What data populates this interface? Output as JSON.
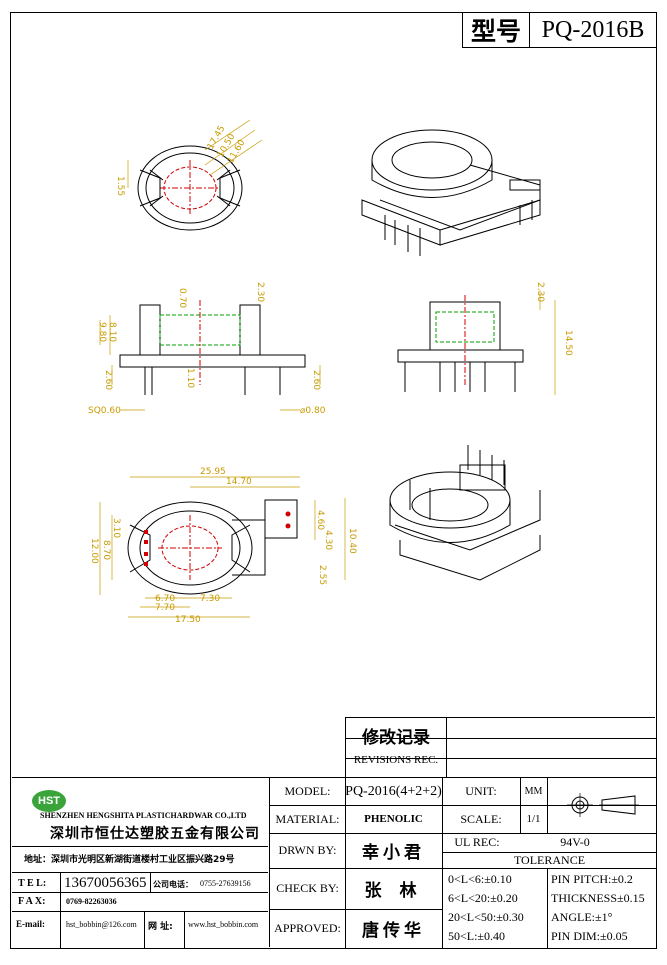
{
  "header": {
    "type_label": "型号",
    "model_code": "PQ-2016B"
  },
  "dimensions": {
    "top_view": {
      "d1": "1.55",
      "d2": "17.45",
      "d3": "10.50",
      "d4": "11.60"
    },
    "front_view": {
      "d1": "0.70",
      "d2": "2.30",
      "d3": "8.10",
      "d4": "9.80",
      "d5": "2.60",
      "d6": "1.10",
      "d7": "2.60",
      "d8": "SQ0.60",
      "d9": "⌀0.80"
    },
    "side_view": {
      "d1": "2.30",
      "d2": "14.50"
    },
    "bottom_view": {
      "d1": "25.95",
      "d2": "14.70",
      "d3": "3.10",
      "d4": "12.00",
      "d5": "8.70",
      "d6": "4.60",
      "d7": "4.30",
      "d8": "10.40",
      "d9": "2.55",
      "d10": "6.70",
      "d11": "7.30",
      "d12": "7.70",
      "d13": "17.50"
    }
  },
  "revisions": {
    "title_cn": "修改记录",
    "title_en": "REVISIONS REC."
  },
  "company": {
    "logo_text": "HST",
    "name_en": "SHENZHEN HENGSHITA PLASTICHARDWAR CO.,LTD",
    "name_cn": "深圳市恒仕达塑胶五金有限公司",
    "address": "地址：深圳市光明区新湖街道楼村工业区振兴路29号",
    "tel_label": "T E L:",
    "tel": "13670056365",
    "company_tel_label": "公司电话：",
    "company_tel": "0755-27639156",
    "fax_label": "F A X:",
    "fax": "0769-82263036",
    "email_label": "E-mail:",
    "email": "hst_bobbin@126.com",
    "web_label": "网 址:",
    "web": "www.hst_bobbin.com"
  },
  "spec": {
    "model_label": "MODEL:",
    "model": "PQ-2016(4+2+2)",
    "material_label": "MATERIAL:",
    "material": "PHENOLIC",
    "drawn_label": "DRWN BY:",
    "drawn": "幸小君",
    "check_label": "CHECK BY:",
    "check": "张 林",
    "approved_label": "APPROVED:",
    "approved": "唐传华",
    "unit_label": "UNIT:",
    "unit": "MM",
    "scale_label": "SCALE:",
    "scale": "1/1",
    "ul_label": "UL REC:",
    "ul": "94V-0",
    "tolerance_label": "TOLERANCE",
    "tol1": "0<L<6:±0.10",
    "tol2": "6<L<20:±0.20",
    "tol3": "20<L<50:±0.30",
    "tol4": "50<L:±0.40",
    "pin_pitch": "PIN PITCH:±0.2",
    "thickness": "THICKNESS±0.15",
    "angle": "ANGLE:±1°",
    "pin_dim": "PIN DIM:±0.05"
  }
}
